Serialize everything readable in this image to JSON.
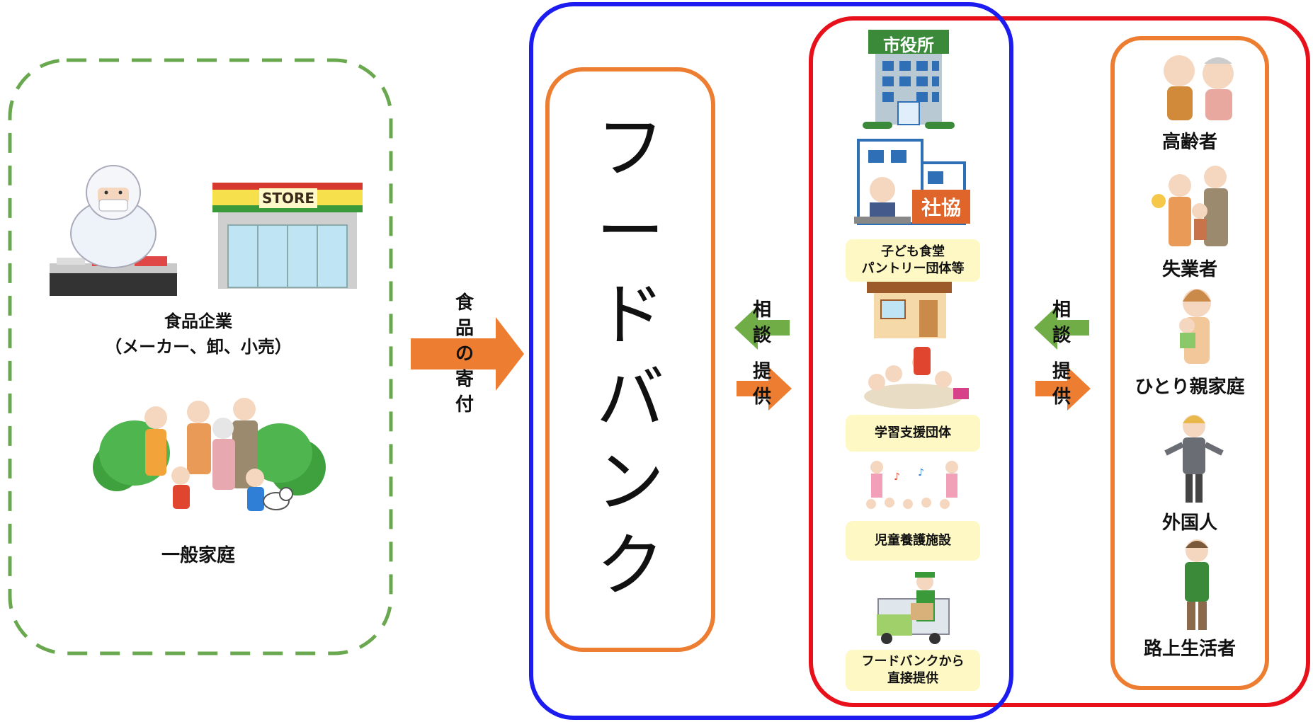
{
  "donors": {
    "company_label": "食品企業\n（メーカー、卸、小売）",
    "household_label": "一般家庭",
    "store_sign": "STORE",
    "icons": [
      "food-worker-icon",
      "convenience-store-icon",
      "family-icon"
    ]
  },
  "donation_arrow": {
    "label": "食品の寄付"
  },
  "foodbank": {
    "title": "フードバンク"
  },
  "arrows_left": {
    "consult": "相談",
    "provide": "提供"
  },
  "arrows_right": {
    "consult": "相談",
    "provide": "提供"
  },
  "intermediaries": {
    "city_hall_sign": "市役所",
    "social_welfare_sign": "社協",
    "items": [
      "子ども食堂\nパントリー団体等",
      "学習支援団体",
      "児童養護施設",
      "フードバンクから\n直接提供"
    ]
  },
  "recipients": {
    "items": [
      "高齢者",
      "失業者",
      "ひとり親家庭",
      "外国人",
      "路上生活者"
    ]
  },
  "colors": {
    "green_dashed": "#6aa84f",
    "blue_frame": "#1c1cf0",
    "red_frame": "#e8101a",
    "orange": "#ed7d31",
    "arrow_green": "#70ad47",
    "pill_bg": "#fdf8c4"
  }
}
